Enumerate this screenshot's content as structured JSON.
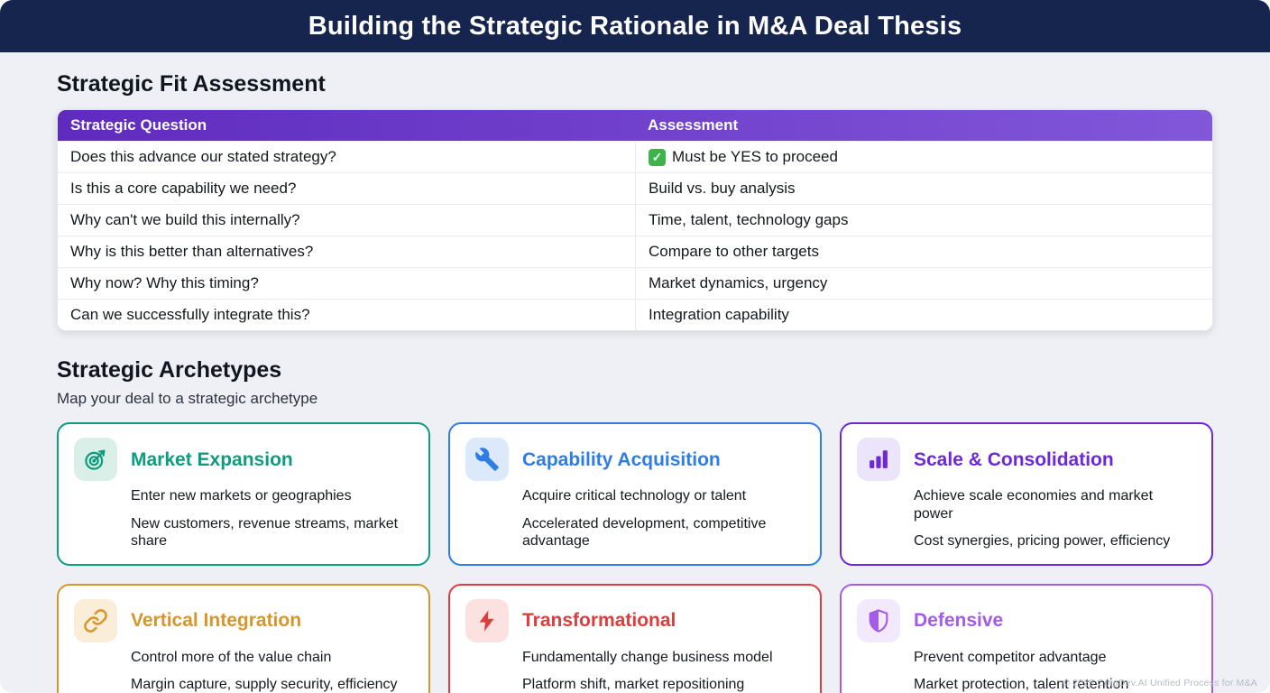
{
  "page": {
    "title": "Building the Strategic Rationale in M&A Deal Thesis",
    "footer": "© 2026 CorpDev.AI Unified Process for M&A"
  },
  "colors": {
    "topbar_bg": "#16254d",
    "page_bg": "#eef0f5",
    "table_header_gradient": [
      "#5f2bbf",
      "#8257d9"
    ],
    "check_green": "#3bb54a"
  },
  "icons": {
    "check_glyph": "✓"
  },
  "assessment": {
    "heading": "Strategic Fit Assessment",
    "columns": [
      "Strategic Question",
      "Assessment"
    ],
    "rows": [
      {
        "question": "Does this advance our stated strategy?",
        "assessment": "Must be YES to proceed",
        "has_check": true
      },
      {
        "question": "Is this a core capability we need?",
        "assessment": "Build vs. buy analysis"
      },
      {
        "question": "Why can't we build this internally?",
        "assessment": "Time, talent, technology gaps"
      },
      {
        "question": "Why is this better than alternatives?",
        "assessment": "Compare to other targets"
      },
      {
        "question": "Why now? Why this timing?",
        "assessment": "Market dynamics, urgency"
      },
      {
        "question": "Can we successfully integrate this?",
        "assessment": "Integration capability"
      }
    ]
  },
  "archetypes": {
    "heading": "Strategic Archetypes",
    "subheading": "Map your deal to a strategic archetype",
    "cards": [
      {
        "title": "Market Expansion",
        "description": "Enter new markets or geographies",
        "drivers": "New customers, revenue streams, market share",
        "icon": "target-icon",
        "accent": "#0d9c7e",
        "icon_bg": "#d9efe7"
      },
      {
        "title": "Capability Acquisition",
        "description": "Acquire critical technology or talent",
        "drivers": "Accelerated development, competitive advantage",
        "icon": "wrench-icon",
        "accent": "#2e7de4",
        "icon_bg": "#dbe9fb"
      },
      {
        "title": "Scale & Consolidation",
        "description": "Achieve scale economies and market power",
        "drivers": "Cost synergies, pricing power, efficiency",
        "icon": "bar-chart-icon",
        "accent": "#6d28d9",
        "icon_bg": "#ece4fb"
      },
      {
        "title": "Vertical Integration",
        "description": "Control more of the value chain",
        "drivers": "Margin capture, supply security, efficiency",
        "icon": "chain-link-icon",
        "accent": "#d6962b",
        "icon_bg": "#faeed8"
      },
      {
        "title": "Transformational",
        "description": "Fundamentally change business model",
        "drivers": "Platform shift, market repositioning",
        "icon": "lightning-icon",
        "accent": "#dc3d3d",
        "icon_bg": "#fce1e1"
      },
      {
        "title": "Defensive",
        "description": "Prevent competitor advantage",
        "drivers": "Market protection, talent retention",
        "icon": "shield-icon",
        "accent": "#a35ce6",
        "icon_bg": "#f3e9fc"
      }
    ]
  }
}
